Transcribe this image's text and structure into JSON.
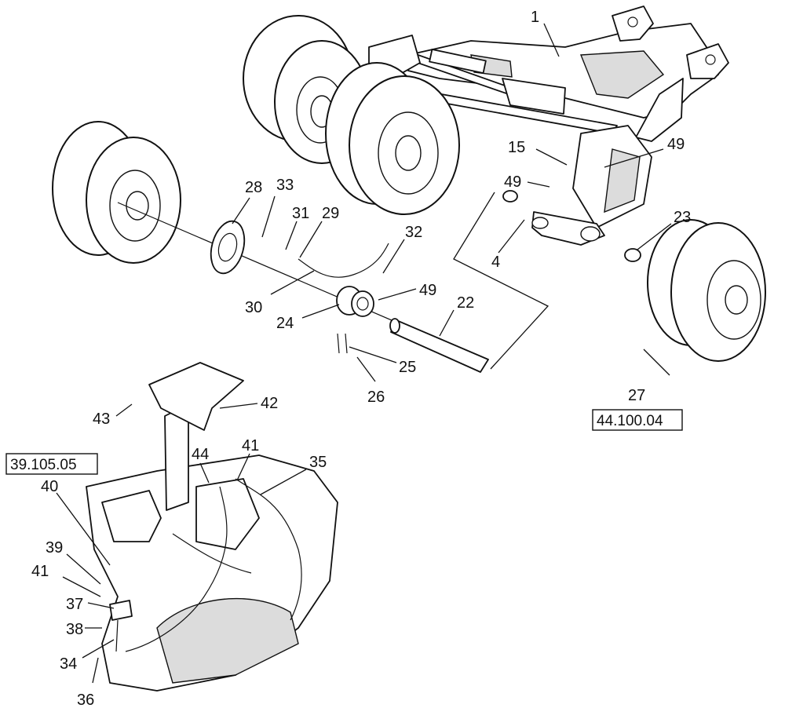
{
  "callouts": {
    "c1": "1",
    "c15": "15",
    "c49a": "49",
    "c49b": "49",
    "c49c": "49",
    "c23": "23",
    "c4": "4",
    "c28": "28",
    "c33": "33",
    "c31": "31",
    "c29": "29",
    "c32": "32",
    "c30": "30",
    "c24": "24",
    "c22": "22",
    "c25": "25",
    "c26": "26",
    "c27": "27",
    "c42": "42",
    "c43": "43",
    "c44": "44",
    "c41a": "41",
    "c41b": "41",
    "c35": "35",
    "c40": "40",
    "c39": "39",
    "c37": "37",
    "c38": "38",
    "c34": "34",
    "c36": "36"
  },
  "references": {
    "ref_right": "44.100.04",
    "ref_left": "39.105.05"
  },
  "colors": {
    "line": "#111111",
    "background": "#ffffff"
  }
}
